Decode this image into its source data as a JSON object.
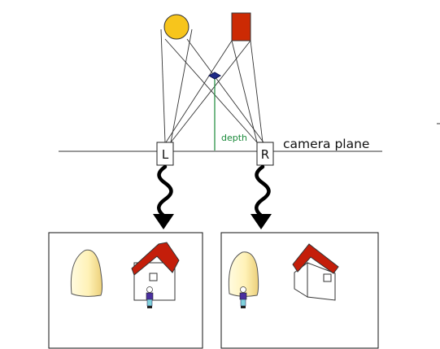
{
  "diagram": {
    "camera_plane_label": "camera plane",
    "depth_label": "depth",
    "left_camera_label": "L",
    "right_camera_label": "R"
  },
  "colors": {
    "sun": "#f7c51c",
    "box": "#cc2a04",
    "roof": "#c41e0a",
    "depth_line": "#1a8a3a",
    "shirt": "#4a2fa0",
    "pants": "#7fd2dc",
    "bush_light": "#fffbe0",
    "bush_dark": "#ecd07a"
  },
  "icons": {
    "sun_object": "yellow-circle",
    "box_object": "red-square",
    "depth_point": "blue-diamond"
  }
}
